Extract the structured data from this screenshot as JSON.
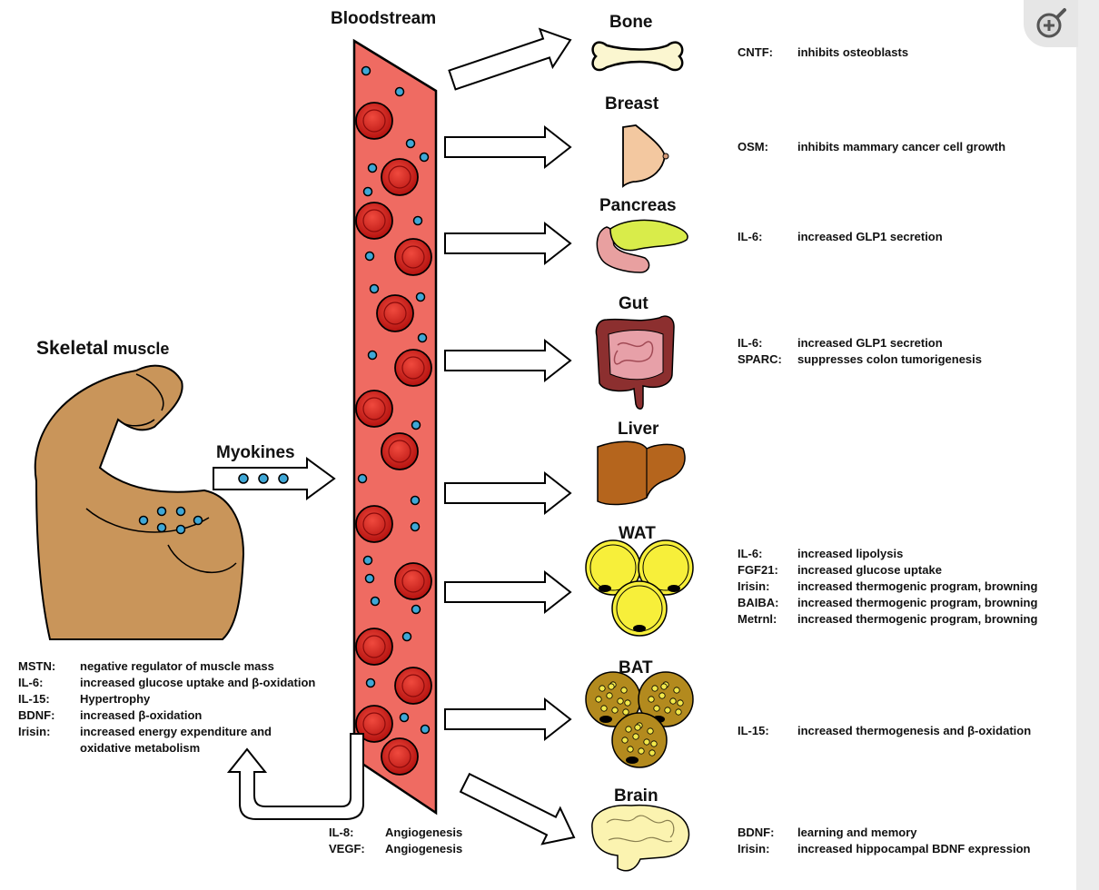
{
  "titles": {
    "bloodstream": "Bloodstream",
    "skeletal_bold": "Skeletal",
    "skeletal_rest": " muscle",
    "myokines": "Myokines",
    "bone": "Bone",
    "breast": "Breast",
    "pancreas": "Pancreas",
    "gut": "Gut",
    "liver": "Liver",
    "wat": "WAT",
    "bat": "BAT",
    "brain": "Brain"
  },
  "muscle_effects": [
    {
      "k": "MSTN:",
      "v": "negative regulator of muscle mass"
    },
    {
      "k": "IL-6:",
      "v": "increased glucose uptake and β-oxidation"
    },
    {
      "k": "IL-15:",
      "v": "Hypertrophy"
    },
    {
      "k": "BDNF:",
      "v": "increased β-oxidation"
    },
    {
      "k": "Irisin:",
      "v": "increased energy expenditure and"
    },
    {
      "k": "",
      "v": "oxidative metabolism"
    }
  ],
  "blood_effects": [
    {
      "k": "IL-8:",
      "v": "Angiogenesis"
    },
    {
      "k": "VEGF:",
      "v": "Angiogenesis"
    }
  ],
  "organ_effects": {
    "bone": [
      {
        "k": "CNTF:",
        "v": "inhibits osteoblasts"
      }
    ],
    "breast": [
      {
        "k": "OSM:",
        "v": "inhibits mammary cancer cell growth"
      }
    ],
    "pancreas": [
      {
        "k": "IL-6:",
        "v": "increased GLP1 secretion"
      }
    ],
    "gut": [
      {
        "k": "IL-6:",
        "v": "increased GLP1 secretion"
      },
      {
        "k": "SPARC:",
        "v": "suppresses colon tumorigenesis"
      }
    ],
    "wat": [
      {
        "k": "IL-6:",
        "v": "increased lipolysis"
      },
      {
        "k": "FGF21:",
        "v": "increased glucose uptake"
      },
      {
        "k": "Irisin:",
        "v": "increased thermogenic program, browning"
      },
      {
        "k": "BAIBA:",
        "v": "increased thermogenic program, browning"
      },
      {
        "k": "Metrnl:",
        "v": "increased thermogenic program, browning"
      }
    ],
    "bat": [
      {
        "k": "IL-15:",
        "v": "increased thermogenesis and β-oxidation"
      }
    ],
    "brain": [
      {
        "k": "BDNF:",
        "v": "learning and memory"
      },
      {
        "k": "Irisin:",
        "v": "increased hippocampal BDNF expression"
      }
    ]
  },
  "colors": {
    "blood": "#ef6b62",
    "rbc": "#cc1a1a",
    "myokine": "#3fa7d6",
    "muscle": "#c9955a",
    "fat_yellow": "#f7ef3a",
    "bat_fill": "#b38a1e",
    "liver": "#b5651d",
    "brain": "#fbf3b0"
  }
}
